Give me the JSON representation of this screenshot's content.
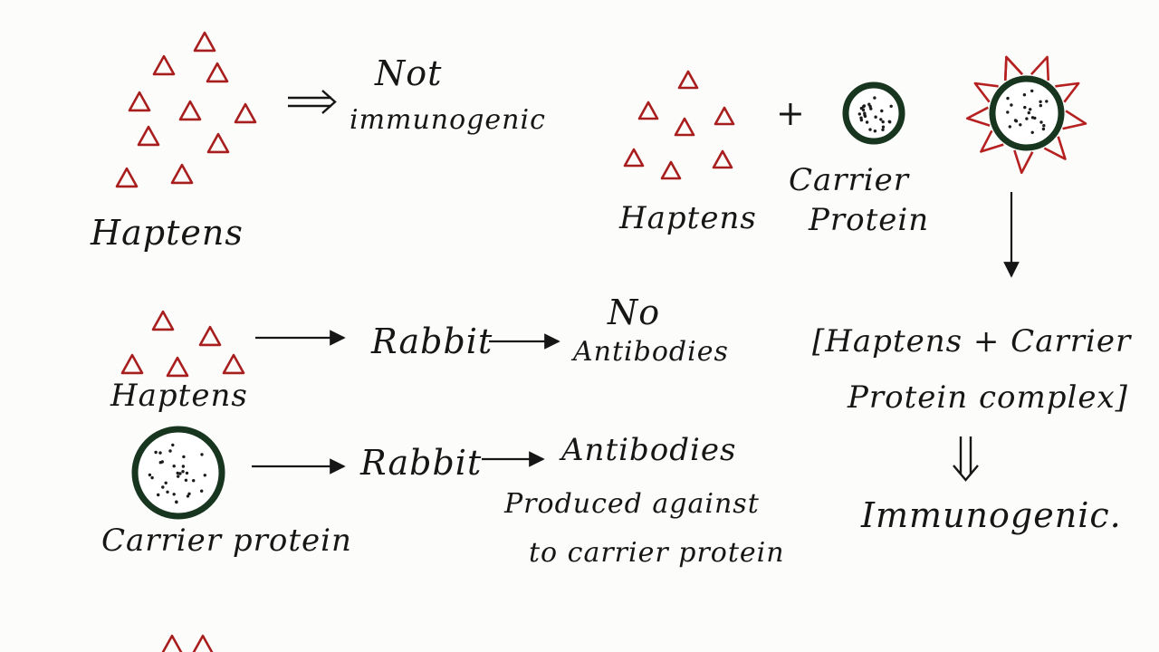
{
  "colors": {
    "hapten": "#a81d1d",
    "carrier_outline": "#17351f",
    "ink": "#161616",
    "paper": "#fcfcfa"
  },
  "diagram": {
    "label_haptens": "Haptens",
    "label_not": "Not",
    "label_immunogenic_lower": "immunogenic",
    "label_plus": "+",
    "label_carrier_protein_cap": "Carrier",
    "label_protein_cap": "Protein",
    "label_rabbit": "Rabbit",
    "label_no": "No",
    "label_antibodies": "Antibodies",
    "label_carrier_protein": "Carrier protein",
    "label_produced_against": "Produced against",
    "label_to_carrier_protein": "to carrier protein",
    "label_complex_line1": "[Haptens + Carrier",
    "label_complex_line2": "Protein complex]",
    "label_immunogenic_final": "Immunogenic."
  }
}
